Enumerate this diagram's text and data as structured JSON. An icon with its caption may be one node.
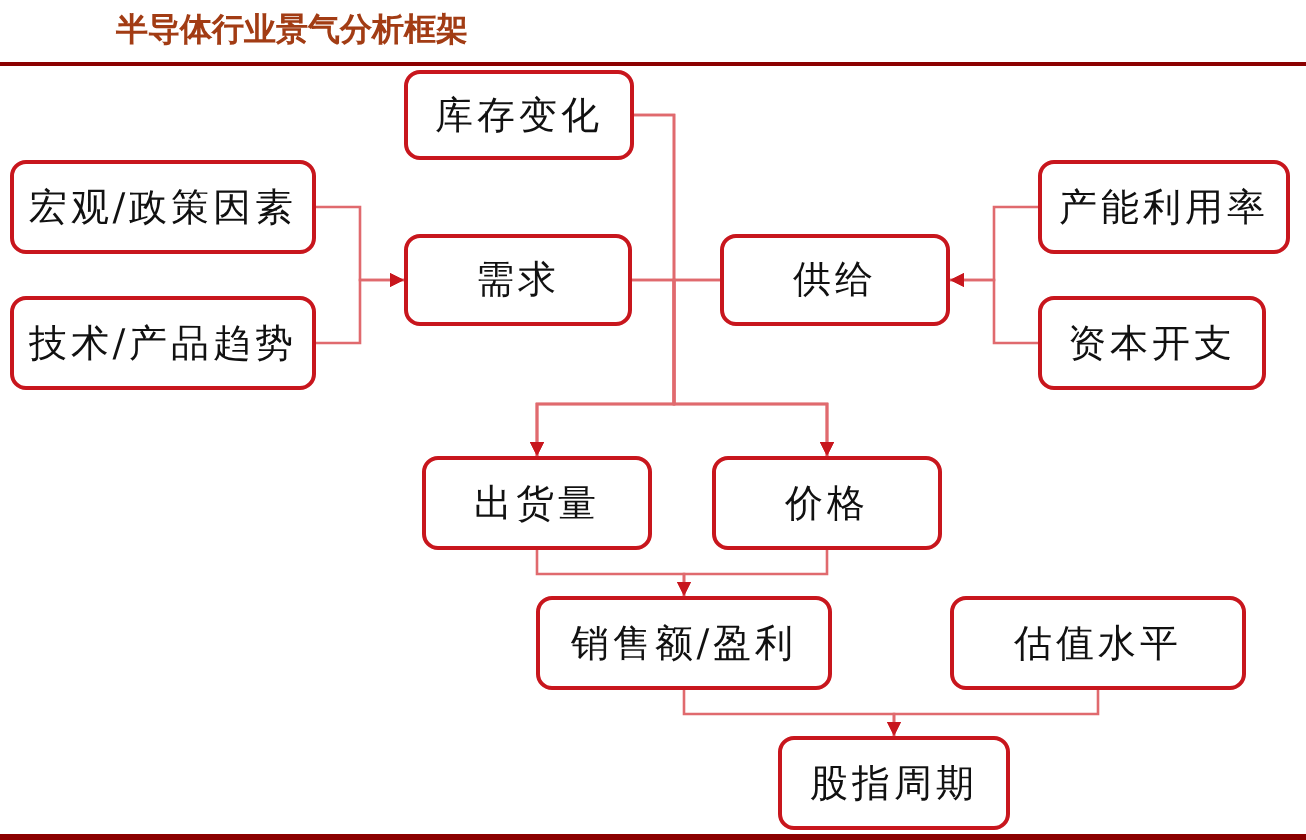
{
  "diagram": {
    "title": "半导体行业景气分析框架",
    "nodes": [
      {
        "text": [
          "库存变化"
        ]
      },
      {
        "text": [
          "宏观/政策因素"
        ]
      },
      {
        "text": [
          "技术/产品趋势"
        ]
      },
      {
        "text": [
          "需求"
        ]
      },
      {
        "text": [
          "供给"
        ]
      },
      {
        "text": [
          "产能利用率"
        ]
      },
      {
        "text": [
          "资本开支"
        ]
      },
      {
        "text": [
          "出货量"
        ]
      },
      {
        "text": [
          "价格"
        ]
      },
      {
        "text": [
          "销售额/盈利"
        ]
      },
      {
        "text": [
          "估值水平"
        ]
      },
      {
        "text": [
          "股指周期"
        ]
      }
    ],
    "edges": [
      {
        "from": 1,
        "to": 3,
        "arrow": "to"
      },
      {
        "from": 2,
        "to": 3,
        "arrow": "to"
      },
      {
        "from": 5,
        "to": 4,
        "arrow": "to"
      },
      {
        "from": 6,
        "to": 4,
        "arrow": "to"
      },
      {
        "from": 0,
        "to": 7,
        "arrow": "to"
      },
      {
        "from": 0,
        "to": 8,
        "arrow": "to"
      },
      {
        "from": 3,
        "to": 7,
        "arrow": "to"
      },
      {
        "from": 3,
        "to": 8,
        "arrow": "to"
      },
      {
        "from": 4,
        "to": 7,
        "arrow": "to"
      },
      {
        "from": 4,
        "to": 8,
        "arrow": "to"
      },
      {
        "from": 7,
        "to": 9,
        "arrow": "to"
      },
      {
        "from": 8,
        "to": 9,
        "arrow": "to"
      },
      {
        "from": 9,
        "to": 11,
        "arrow": "to"
      },
      {
        "from": 10,
        "to": 11,
        "arrow": "to"
      }
    ]
  }
}
